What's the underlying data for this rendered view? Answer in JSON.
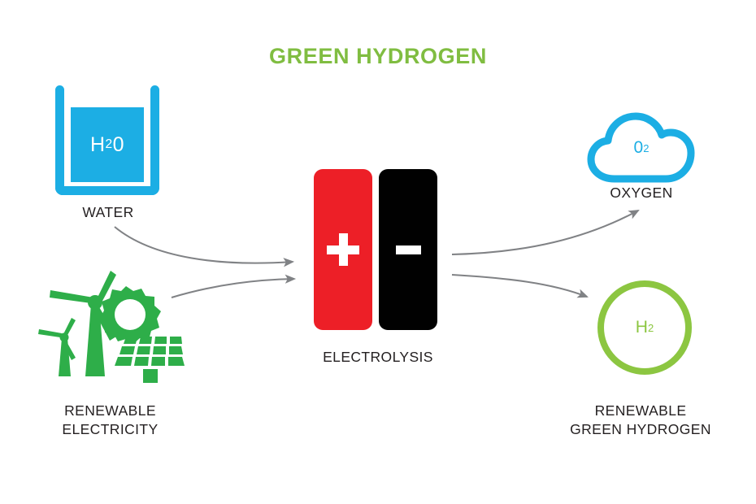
{
  "title": "GREEN HYDROGEN",
  "colors": {
    "title_green": "#80bd41",
    "water_blue": "#1caee4",
    "icon_green": "#2eae49",
    "circle_green": "#8cc641",
    "anode_red": "#ed1f27",
    "cathode_black": "#010101",
    "arrow_gray": "#808285",
    "caption_text": "#231f20",
    "background": "#ffffff"
  },
  "nodes": {
    "water": {
      "caption": "WATER",
      "formula_text": "H",
      "formula_sub": "2",
      "formula_tail": "0",
      "icon": "beaker-icon"
    },
    "renewable": {
      "caption": "RENEWABLE\nELECTRICITY",
      "icon": "wind-turbine-solar-panel-icon"
    },
    "electrolysis": {
      "caption": "ELECTROLYSIS",
      "anode_sign": "+",
      "cathode_sign": "-",
      "anode_name": "anode",
      "cathode_name": "cathode"
    },
    "oxygen": {
      "caption": "OXYGEN",
      "formula_text": "0",
      "formula_sub": "2",
      "icon": "cloud-icon"
    },
    "hydrogen": {
      "caption": "RENEWABLE\nGREEN HYDROGEN",
      "formula_text": "H",
      "formula_sub": "2",
      "icon": "circle-icon"
    }
  },
  "arrows": [
    {
      "name": "water-to-electrolysis",
      "from": "water",
      "to": "electrolysis"
    },
    {
      "name": "renewable-to-electrolysis",
      "from": "renewable",
      "to": "electrolysis"
    },
    {
      "name": "electrolysis-to-oxygen",
      "from": "electrolysis",
      "to": "oxygen"
    },
    {
      "name": "electrolysis-to-hydrogen",
      "from": "electrolysis",
      "to": "hydrogen"
    }
  ]
}
